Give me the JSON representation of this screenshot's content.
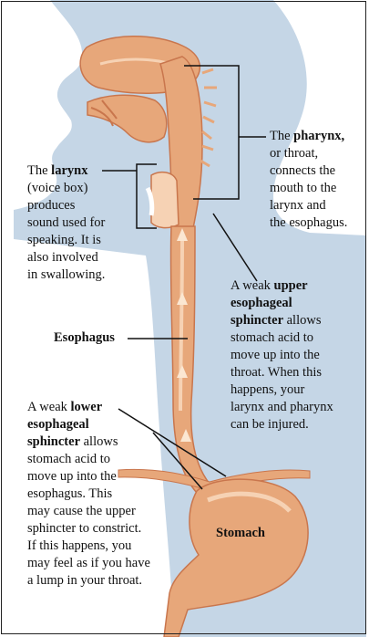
{
  "colors": {
    "background_silhouette": "#c5d6e6",
    "tissue": "#e7a77a",
    "tissue_dark": "#c9764d",
    "tissue_light": "#f6d2b4",
    "leader_line": "#111111"
  },
  "labels": {
    "pharynx": {
      "pre": "The ",
      "bold": "pharynx,",
      "post": [
        "or throat,",
        "connects the",
        "mouth to the",
        "larynx and",
        "the esophagus."
      ]
    },
    "larynx": {
      "pre": "The ",
      "bold": "larynx",
      "post": [
        "(voice box)",
        "produces",
        "sound used for",
        "speaking. It is",
        "also involved",
        "in swallowing."
      ]
    },
    "upper_sphincter": {
      "pre": "A weak ",
      "bold1": "upper",
      "bold2": "esophageal",
      "bold3": "sphincter",
      "post_inline": " allows",
      "post": [
        "stomach acid to",
        "move up into the",
        "throat. When this",
        "happens, your",
        "larynx and pharynx",
        "can be injured."
      ]
    },
    "esophagus": "Esophagus",
    "lower_sphincter": {
      "pre": "A weak ",
      "bold1": "lower",
      "bold2": "esophageal",
      "bold3": "sphincter",
      "post_inline": " allows",
      "post": [
        "stomach acid to",
        "move up into the",
        "esophagus. This",
        "may cause the upper",
        "sphincter to constrict.",
        "If this happens, you",
        "may feel as if you have",
        "a lump in your throat."
      ]
    },
    "stomach": "Stomach"
  }
}
